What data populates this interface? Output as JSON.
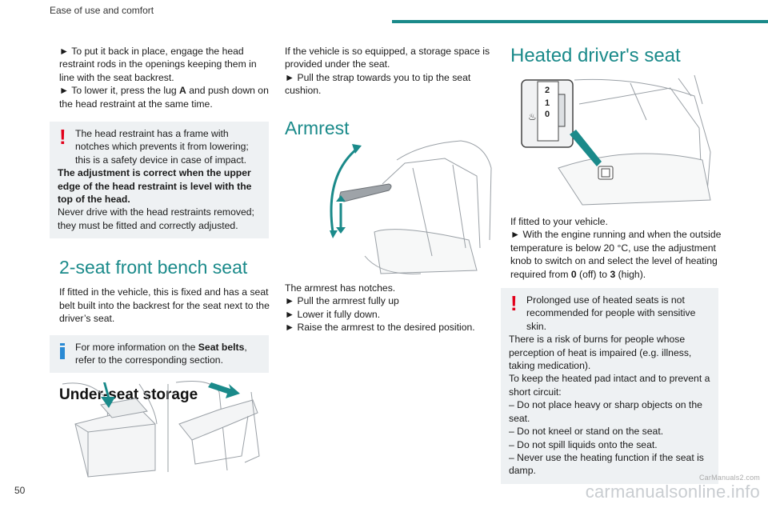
{
  "header": {
    "section": "Ease of use and comfort",
    "accent": "#1a8a8a"
  },
  "page_number": "50",
  "watermark": {
    "main": "carmanualsonline.info",
    "small": "CarManuals2.com"
  },
  "col1": {
    "step1": "► To put it back in place, engage the head restraint rods in the openings keeping them in line with the seat backrest.",
    "step2_pre": "► To lower it, press the lug ",
    "step2_bold": "A",
    "step2_post": " and push down on the head restraint at the same time.",
    "warn_line1": "The head restraint has a frame with notches which prevents it from lowering; this is a safety device in case of impact.",
    "warn_bold": "The adjustment is correct when the upper edge of the head restraint is level with the top of the head.",
    "warn_line2": "Never drive with the head restraints removed; they must be fitted and correctly adjusted.",
    "bench_title": "2-seat front bench seat",
    "bench_text": "If fitted in the vehicle, this is fixed and has a seat belt built into the backrest for the seat next to the driver’s seat.",
    "info_pre": "For more information on the ",
    "info_bold": "Seat belts",
    "info_post": ", refer to the corresponding section.",
    "storage_title": "Under-seat storage"
  },
  "col2": {
    "storage_text": "If the vehicle is so equipped, a storage space is provided under the seat.",
    "storage_step": "► Pull the strap towards you to tip the seat cushion.",
    "armrest_title": "Armrest",
    "armrest_intro": "The armrest has notches.",
    "armrest_step1": "► Pull the armrest fully up",
    "armrest_step2": "► Lower it fully down.",
    "armrest_step3": "► Raise the armrest to the desired position."
  },
  "col3": {
    "heated_title": "Heated driver's seat",
    "knob_labels": [
      "2",
      "1",
      "0"
    ],
    "fitted": "If fitted to your vehicle.",
    "step_pre": "► With the engine running and when the outside temperature is below 20 °C, use the adjustment knob to switch on and select the level of heating required from ",
    "step_b0": "0",
    "step_mid1": " (off) to ",
    "step_b3": "3",
    "step_post": " (high).",
    "warn1": "Prolonged use of heated seats is not recommended for people with sensitive skin.",
    "warn2": "There is a risk of burns for people whose perception of heat is impaired (e.g. illness, taking medication).",
    "warn3": "To keep the heated pad intact and to prevent a short circuit:",
    "warn_items": [
      "– Do not place heavy or sharp objects on the seat.",
      "– Do not kneel or stand on the seat.",
      "– Do not spill liquids onto the seat.",
      "– Never use the heating function if the seat is damp."
    ]
  }
}
